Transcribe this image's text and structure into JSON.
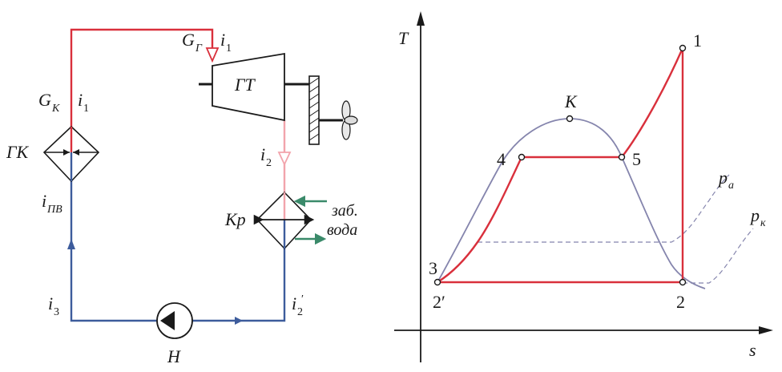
{
  "colors": {
    "hot": "#d9303c",
    "hot_light": "#f2a4ac",
    "cold": "#3d5c9c",
    "water": "#3a8a6a",
    "dome": "#8585ad",
    "ink": "#1a1a1a"
  },
  "scheme": {
    "labels": {
      "gk": "ГК",
      "gt": "ГТ",
      "kr": "Кр",
      "pump": "Н",
      "water_line1": "заб.",
      "water_line2": "вода"
    },
    "flows": {
      "g": "G",
      "g_k_sub": "К",
      "g_g_sub": "Г"
    },
    "enthalpy": {
      "i": "i",
      "i1_sub": "1",
      "i2_sub": "2",
      "i3_sub": "3",
      "inv_sub": "ПВ",
      "i2p_sub": "2",
      "prime": "′"
    }
  },
  "ts_diagram": {
    "axis_t": "T",
    "axis_s": "s",
    "critical_point": "К",
    "points": [
      "1",
      "2",
      "3",
      "2′",
      "4",
      "5"
    ],
    "pressures": {
      "p": "p",
      "pa_sub": "а",
      "pk_sub": "к"
    }
  }
}
